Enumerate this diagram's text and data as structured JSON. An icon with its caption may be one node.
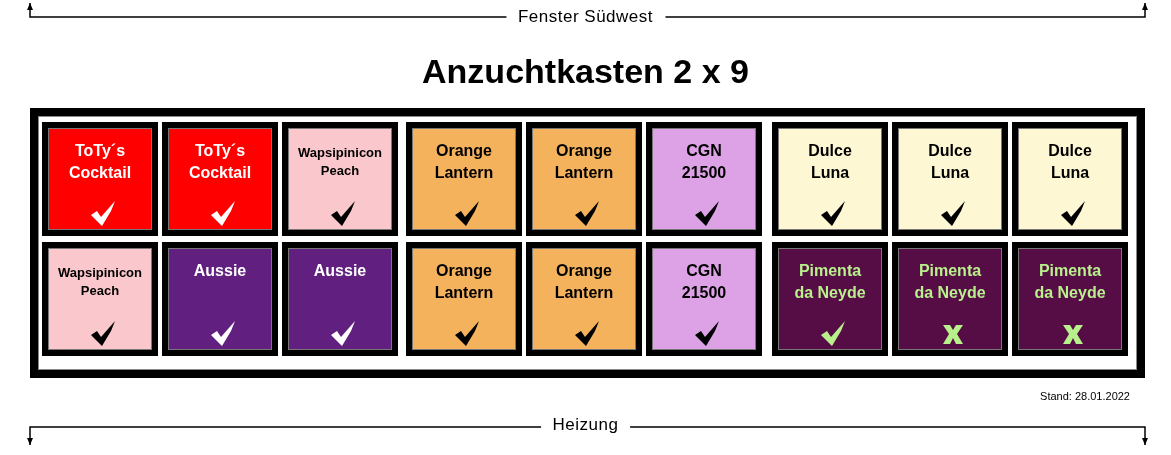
{
  "diagram": {
    "title": "Anzuchtkasten 2 x 9",
    "nodes": [
      {
        "text": [],
        "shape": "box"
      },
      {
        "text": [
          "ToTy´s Cocktail"
        ],
        "in": 0
      },
      {
        "text": [
          "ToTy´s Cocktail"
        ],
        "in": 0
      },
      {
        "text": [
          "Wapsipinicon Peach"
        ],
        "in": 0
      },
      {
        "text": [
          "Orange Lantern"
        ],
        "in": 0
      },
      {
        "text": [
          "Orange Lantern"
        ],
        "in": 0
      },
      {
        "text": [
          "CGN 21500"
        ],
        "in": 0
      },
      {
        "text": [
          "Dulce Luna"
        ],
        "in": 0
      },
      {
        "text": [
          "Dulce Luna"
        ],
        "in": 0
      },
      {
        "text": [
          "Dulce Luna"
        ],
        "in": 0
      },
      {
        "text": [
          "Wapsipinicon Peach"
        ],
        "in": 0
      },
      {
        "text": [
          "Aussie"
        ],
        "in": 0
      },
      {
        "text": [
          "Aussie"
        ],
        "in": 0
      },
      {
        "text": [
          "Orange Lantern"
        ],
        "in": 0
      },
      {
        "text": [
          "Orange Lantern"
        ],
        "in": 0
      },
      {
        "text": [
          "CGN 21500"
        ],
        "in": 0
      },
      {
        "text": [
          "Pimenta da Neyde"
        ],
        "in": 0
      },
      {
        "text": [
          "Pimenta da Neyde"
        ],
        "in": 0
      },
      {
        "text": [
          "Pimenta da Neyde"
        ],
        "in": 0
      }
    ],
    "labels": [
      "Fenster Südwest",
      "Stand: 28.01.2022",
      "Heizung"
    ]
  }
}
